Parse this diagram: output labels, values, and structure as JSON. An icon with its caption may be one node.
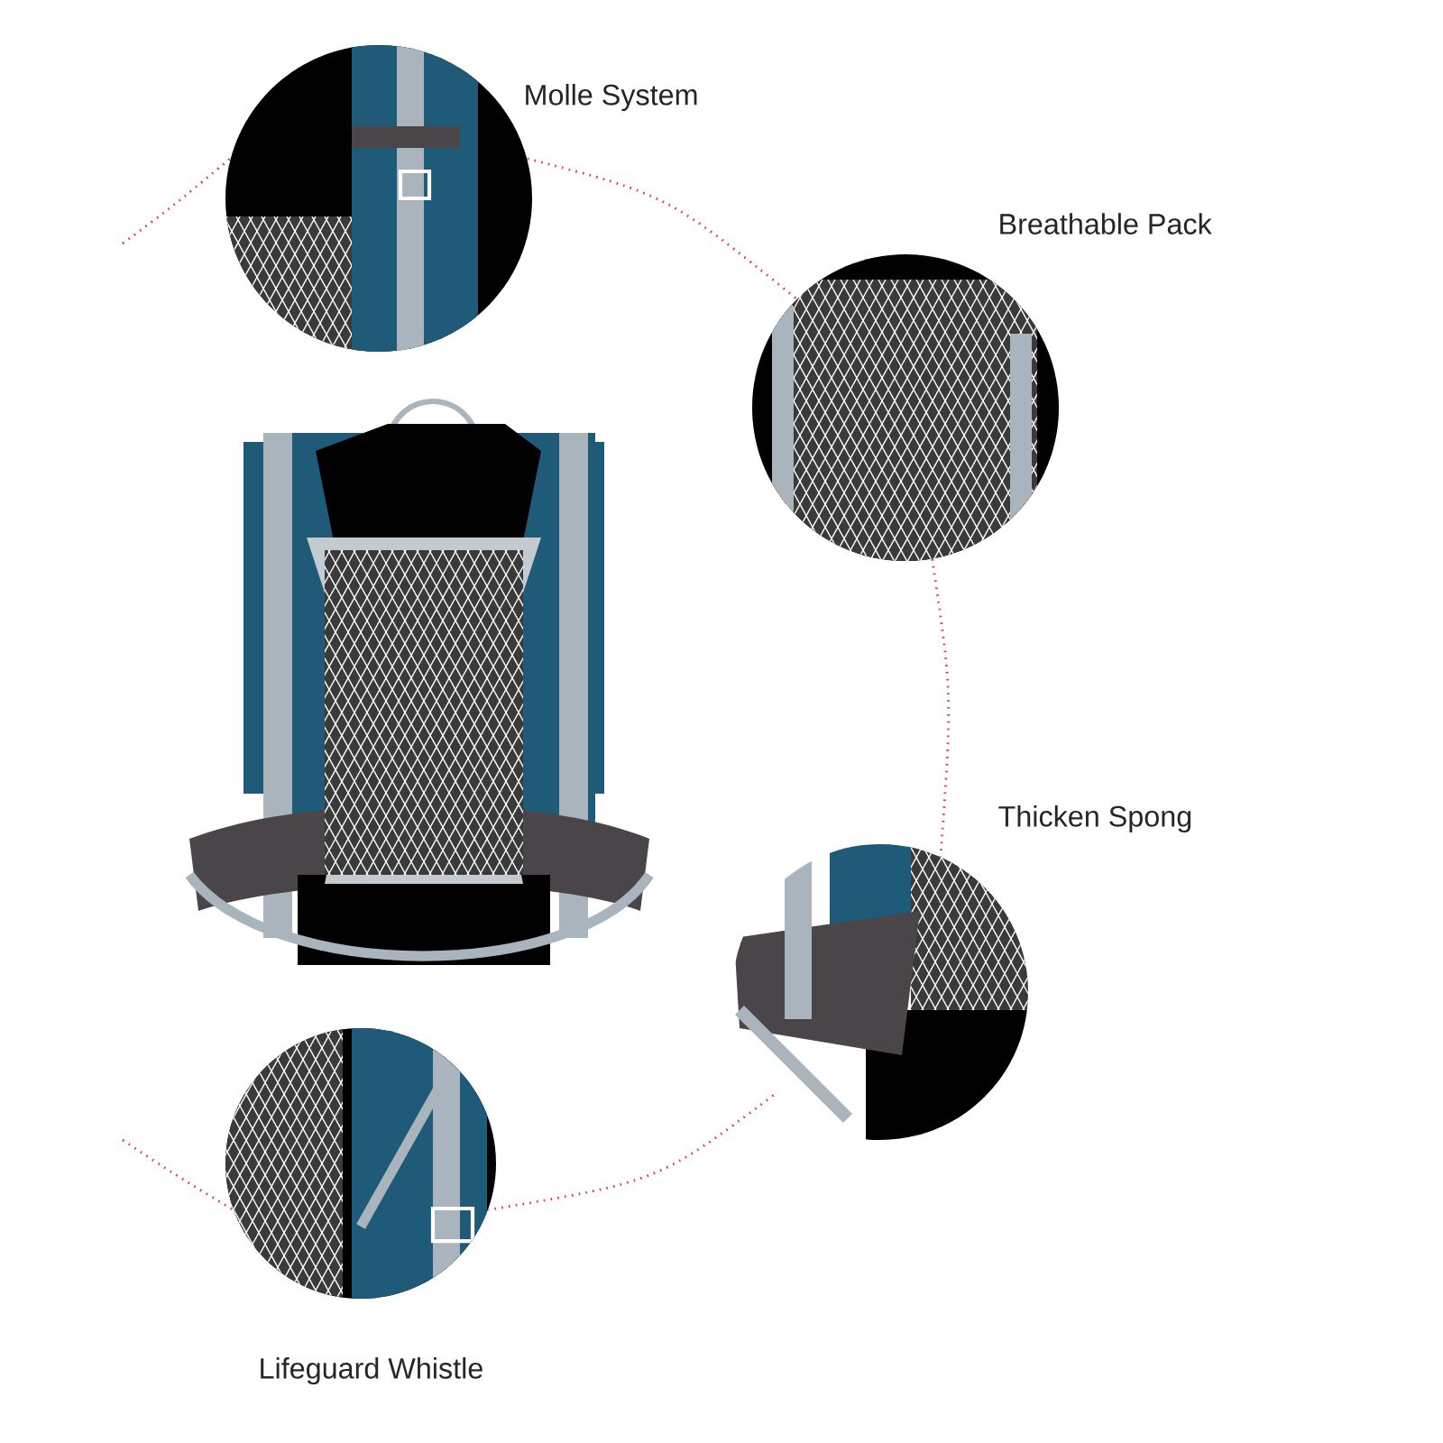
{
  "diagram": {
    "nodes": [
      {
        "text": [],
        "shape": "picture"
      },
      {
        "text": [],
        "shape": "picture",
        "beside": [
          "Molle System"
        ]
      },
      {
        "text": [],
        "shape": "picture",
        "beside": [
          "Breathable Pack"
        ]
      },
      {
        "text": [],
        "shape": "picture",
        "beside": [
          "Thicken Spong"
        ]
      },
      {
        "text": [],
        "shape": "picture",
        "beside": [
          "Lifeguard Whistle"
        ]
      }
    ],
    "edges": [
      {
        "from": null,
        "to": 1,
        "arrow": "none"
      },
      {
        "from": 1,
        "to": 2,
        "arrow": "none"
      },
      {
        "from": 2,
        "to": 3,
        "arrow": "none"
      },
      {
        "from": 3,
        "to": 4,
        "arrow": "none"
      },
      {
        "from": null,
        "to": 4,
        "arrow": "none"
      }
    ]
  }
}
